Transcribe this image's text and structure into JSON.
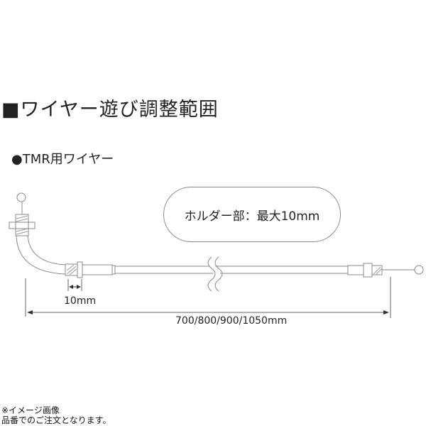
{
  "heading": {
    "title": "■ワイヤー遊び調整範囲",
    "subtitle": "●TMR用ワイヤー"
  },
  "diagram": {
    "callout_text": "ホルダー部：最大10mm",
    "adjust_label": "10mm",
    "length_label": "700/800/900/1050mm",
    "line_color": "#888888",
    "arrow_color": "#333333"
  },
  "footer": {
    "note_line1": "※イメージ画像",
    "note_line2": "品番でのご注文となります。"
  }
}
